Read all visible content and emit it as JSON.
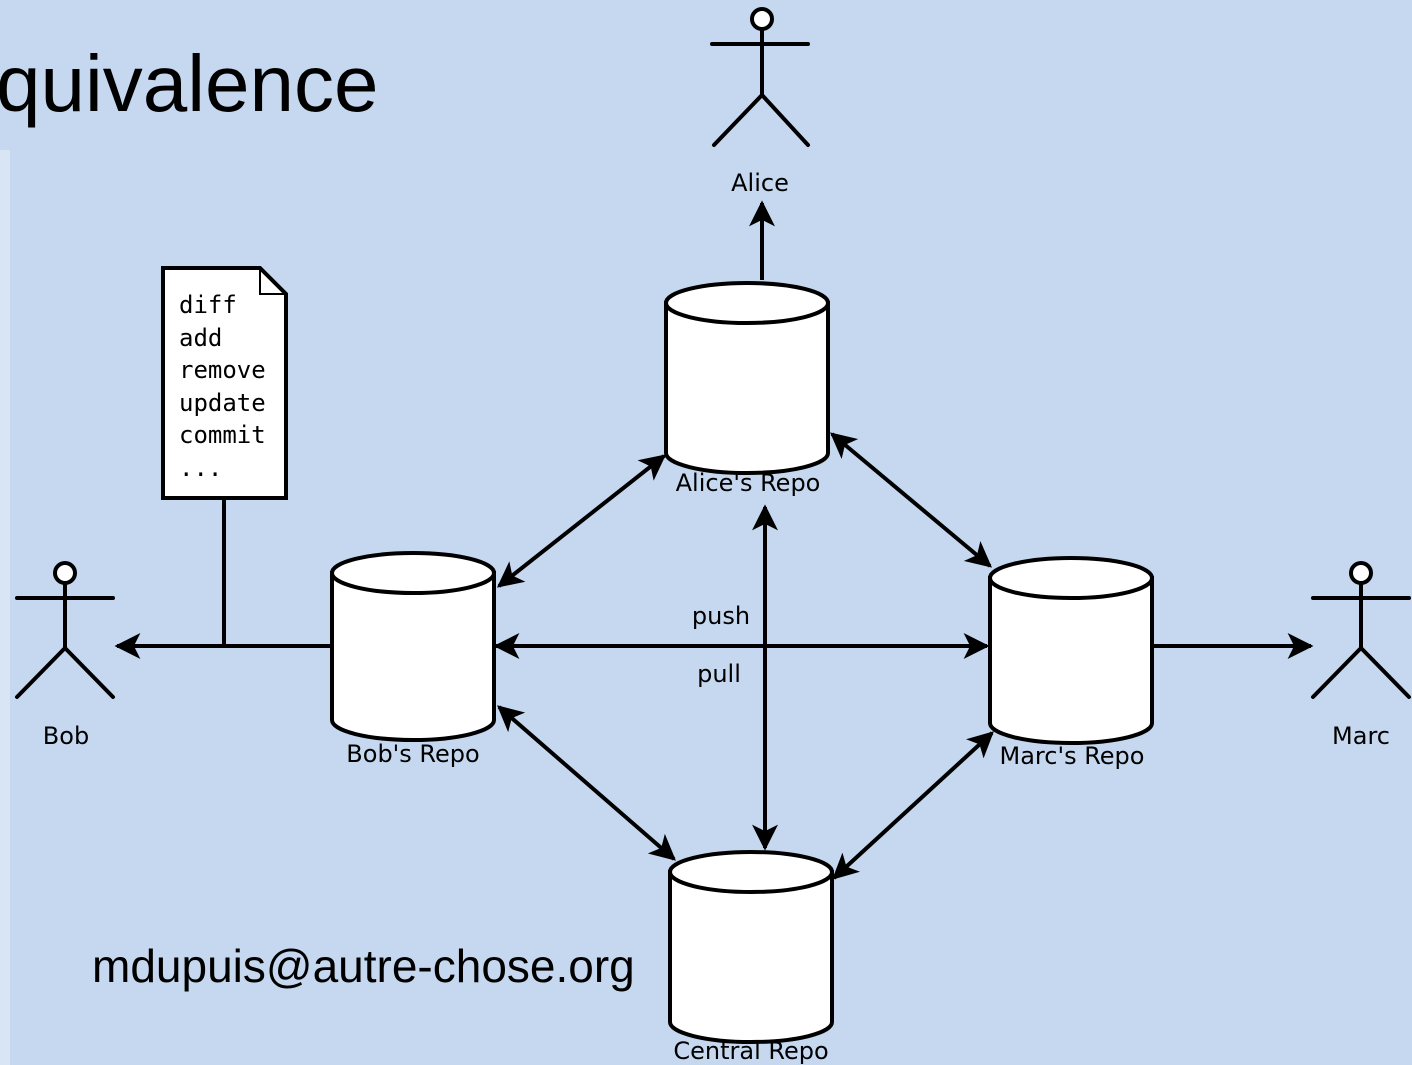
{
  "slide": {
    "title": "quivalence",
    "footer_email": "mdupuis@autre-chose.org"
  },
  "note": {
    "commands": [
      "diff",
      "add",
      "remove",
      "update",
      "commit",
      "..."
    ]
  },
  "actors": {
    "alice": "Alice",
    "bob": "Bob",
    "marc": "Marc"
  },
  "repos": {
    "alice": "Alice's Repo",
    "bob": "Bob's Repo",
    "marc": "Marc's Repo",
    "central": "Central Repo"
  },
  "edges": {
    "push": "push",
    "pull": "pull"
  }
}
